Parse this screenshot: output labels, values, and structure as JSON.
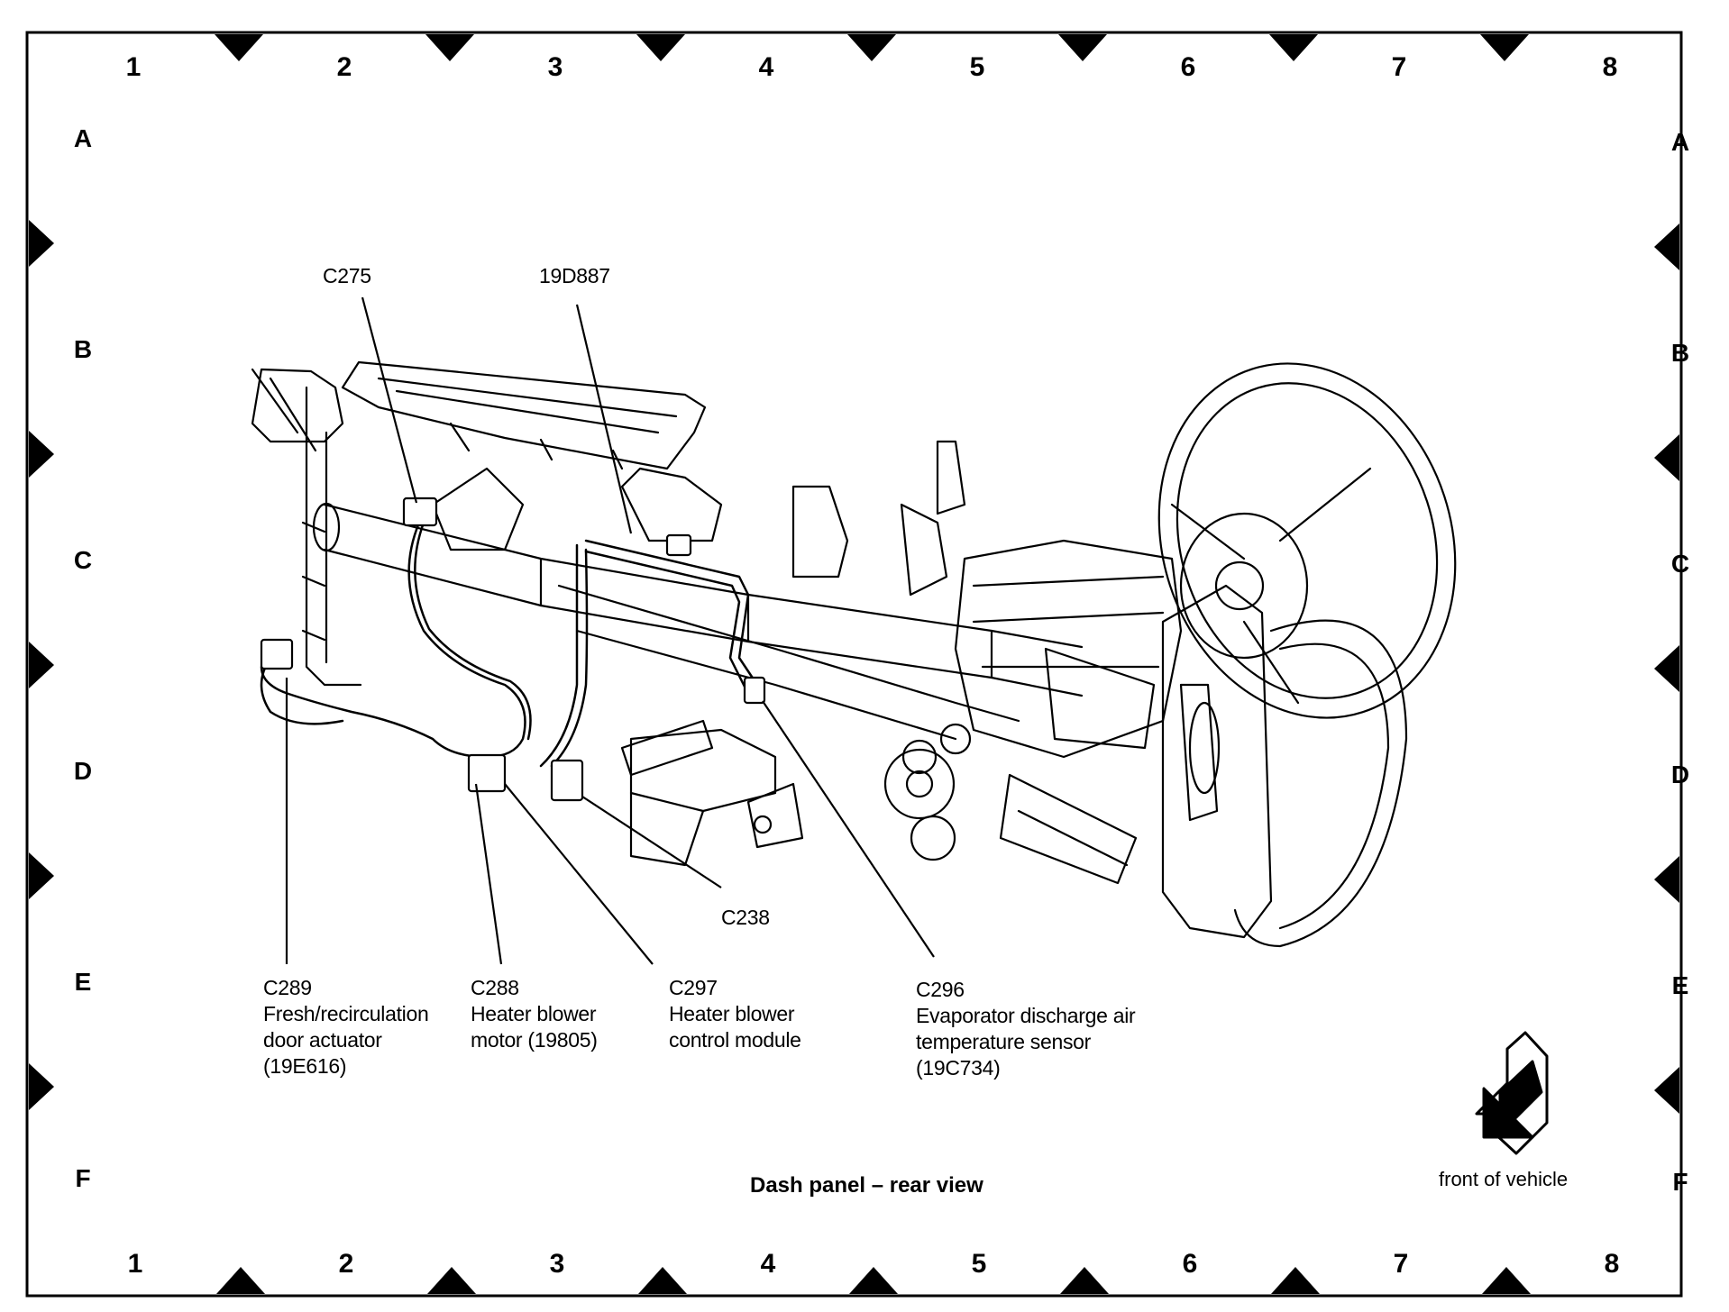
{
  "grid": {
    "columns": [
      "1",
      "2",
      "3",
      "4",
      "5",
      "6",
      "7",
      "8"
    ],
    "rows": [
      "A",
      "B",
      "C",
      "D",
      "E",
      "F"
    ]
  },
  "callouts": {
    "c275": "C275",
    "p19d887": "19D887",
    "c238": "C238",
    "c289": {
      "id": "C289",
      "line1": "Fresh/recirculation",
      "line2": "door actuator",
      "line3": "(19E616)"
    },
    "c288": {
      "id": "C288",
      "line1": "Heater blower",
      "line2": "motor (19805)"
    },
    "c297": {
      "id": "C297",
      "line1": "Heater blower",
      "line2": "control module"
    },
    "c296": {
      "id": "C296",
      "line1": "Evaporator discharge air",
      "line2": "temperature sensor",
      "line3": "(19C734)"
    }
  },
  "title": "Dash panel – rear view",
  "front_label": "front of vehicle",
  "icons": {
    "front_arrow": "arrow-down-left-icon",
    "grid_marker": "triangle-marker-icon"
  },
  "colors": {
    "ink": "#000000",
    "paper": "#ffffff"
  }
}
